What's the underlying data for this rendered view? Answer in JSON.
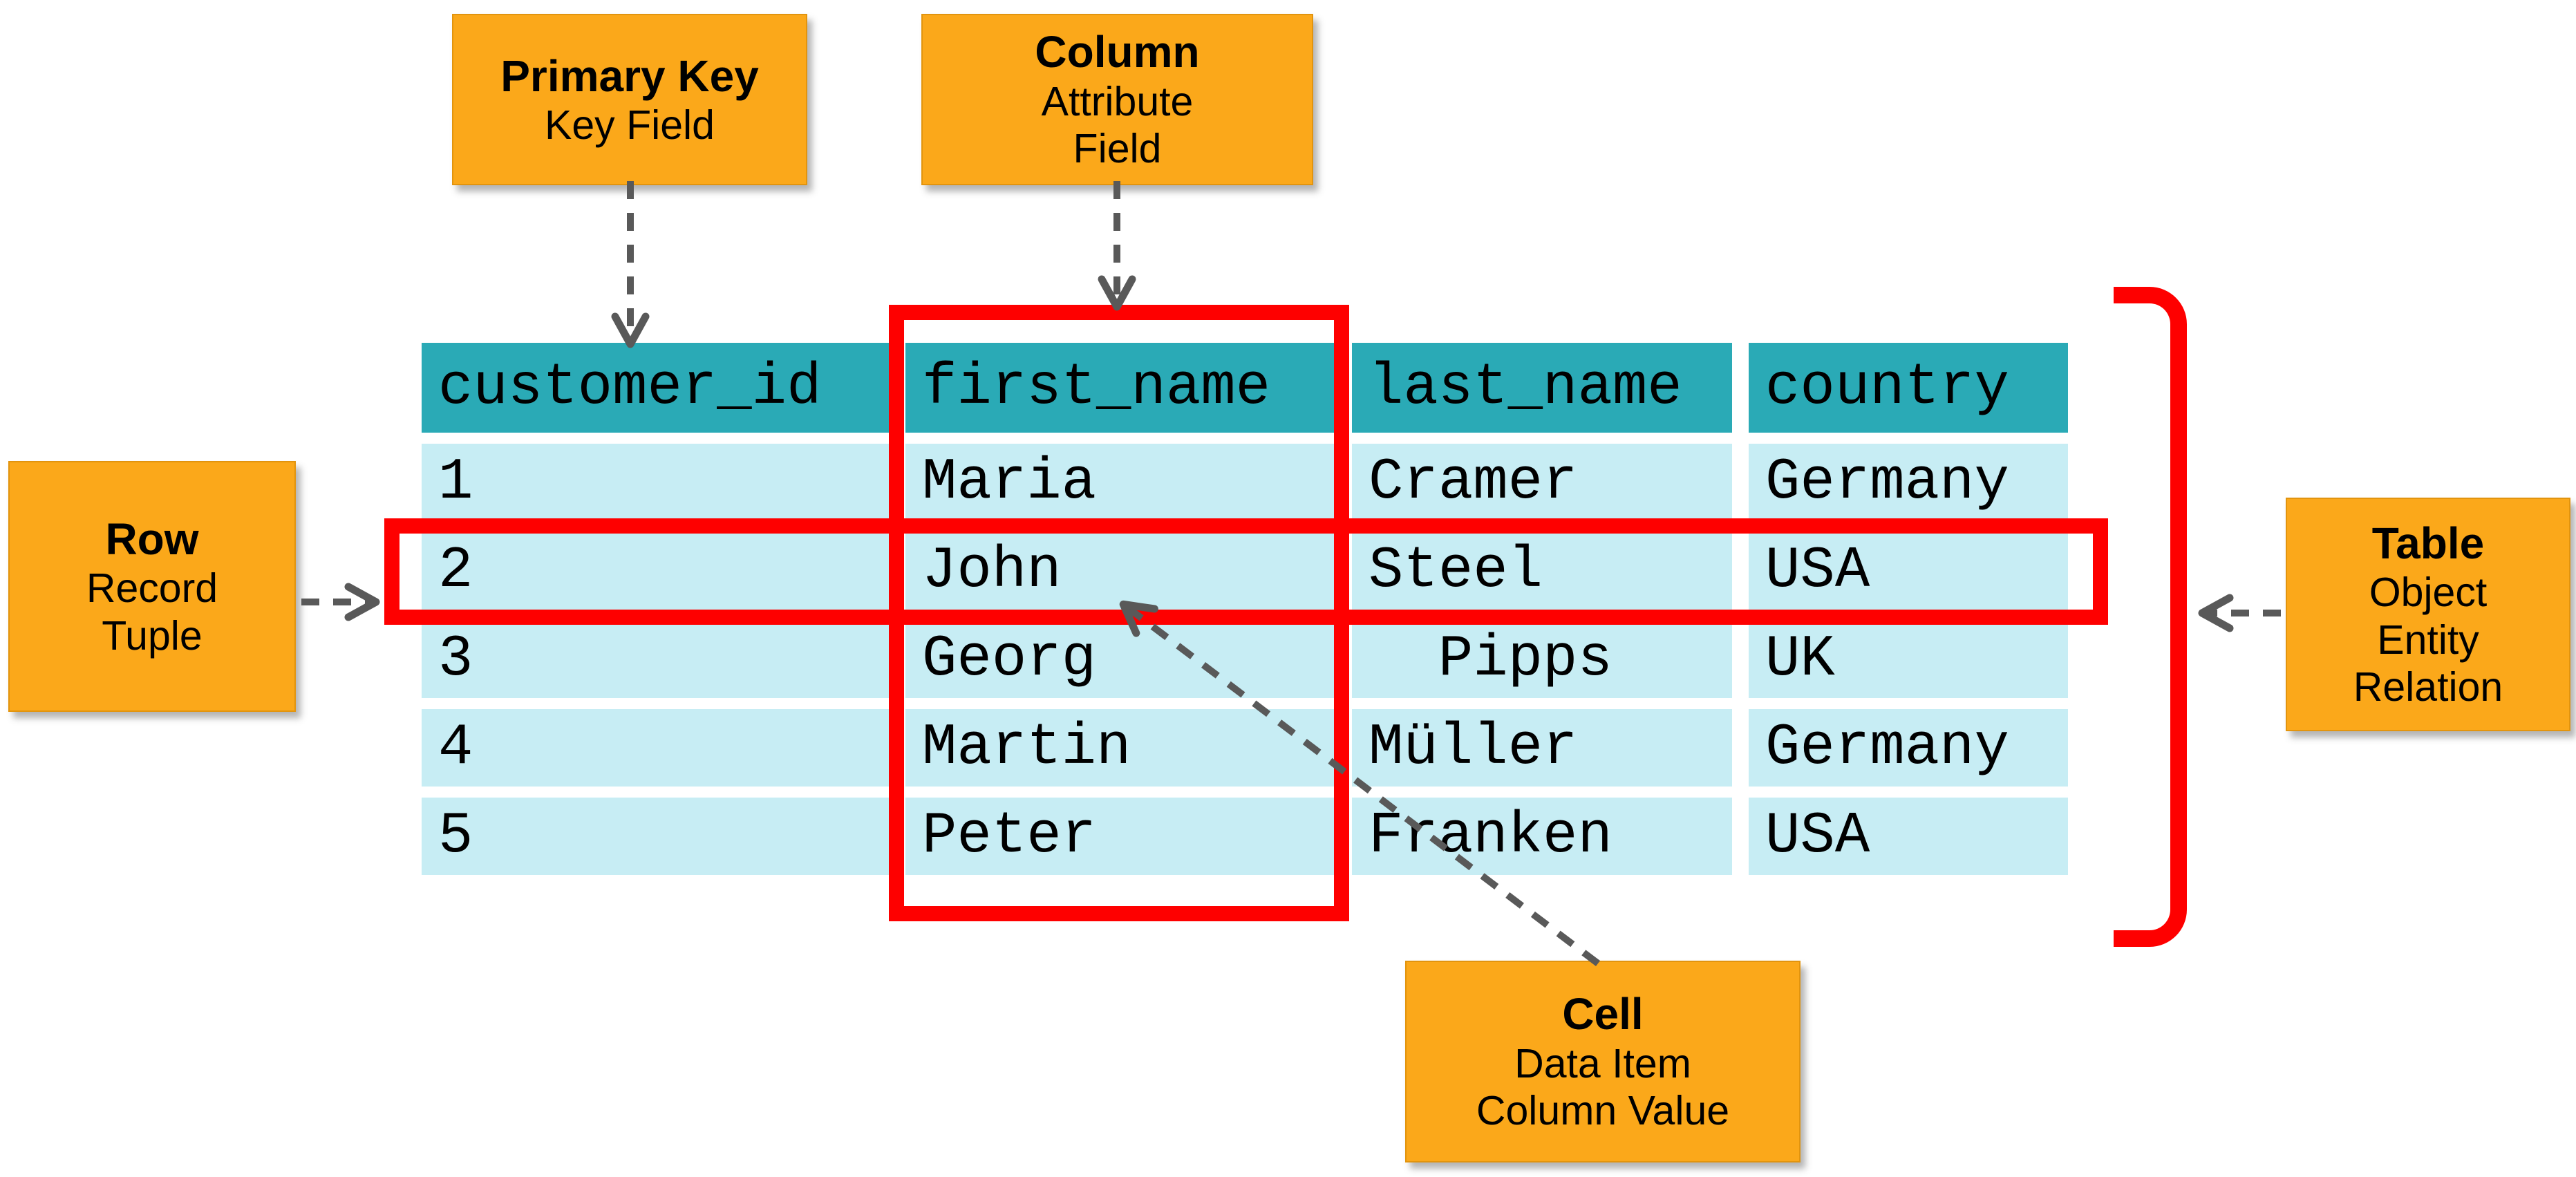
{
  "callouts": {
    "primary_key": {
      "title": "Primary Key",
      "lines": [
        "Key Field"
      ]
    },
    "column": {
      "title": "Column",
      "lines": [
        "Attribute",
        "Field"
      ]
    },
    "row": {
      "title": "Row",
      "lines": [
        "Record",
        "Tuple"
      ]
    },
    "table": {
      "title": "Table",
      "lines": [
        "Object",
        "Entity",
        "Relation"
      ]
    },
    "cell": {
      "title": "Cell",
      "lines": [
        "Data Item",
        "Column Value"
      ]
    }
  },
  "table": {
    "headers": [
      "customer_id",
      "first_name",
      "last_name",
      "country"
    ],
    "rows": [
      [
        "1",
        "Maria",
        "Cramer",
        "Germany"
      ],
      [
        "2",
        "John",
        "Steel",
        "USA"
      ],
      [
        "3",
        "Georg",
        "  Pipps",
        "UK"
      ],
      [
        "4",
        "Martin",
        "Müller",
        "Germany"
      ],
      [
        "5",
        "Peter",
        "Franken",
        "USA"
      ]
    ]
  },
  "colors": {
    "callout_orange": "#FBA81A",
    "header_teal": "#2AAAB6",
    "cell_cyan": "#C7EDF4",
    "highlight_red": "#FE0000",
    "arrow_gray": "#595959"
  }
}
